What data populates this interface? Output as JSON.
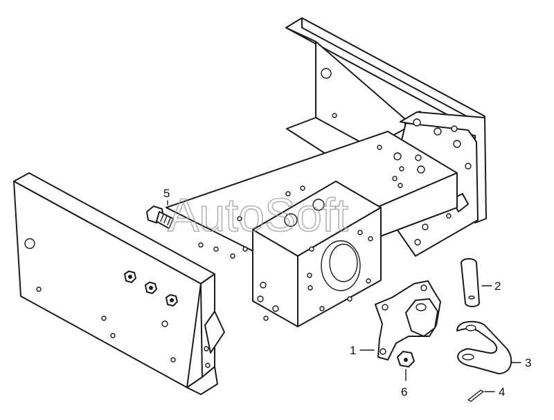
{
  "watermark": "AutoSoft",
  "callouts": [
    {
      "id": "1",
      "label": "1"
    },
    {
      "id": "2",
      "label": "2"
    },
    {
      "id": "3",
      "label": "3"
    },
    {
      "id": "4",
      "label": "4"
    },
    {
      "id": "5",
      "label": "5"
    },
    {
      "id": "6",
      "label": "6"
    }
  ]
}
